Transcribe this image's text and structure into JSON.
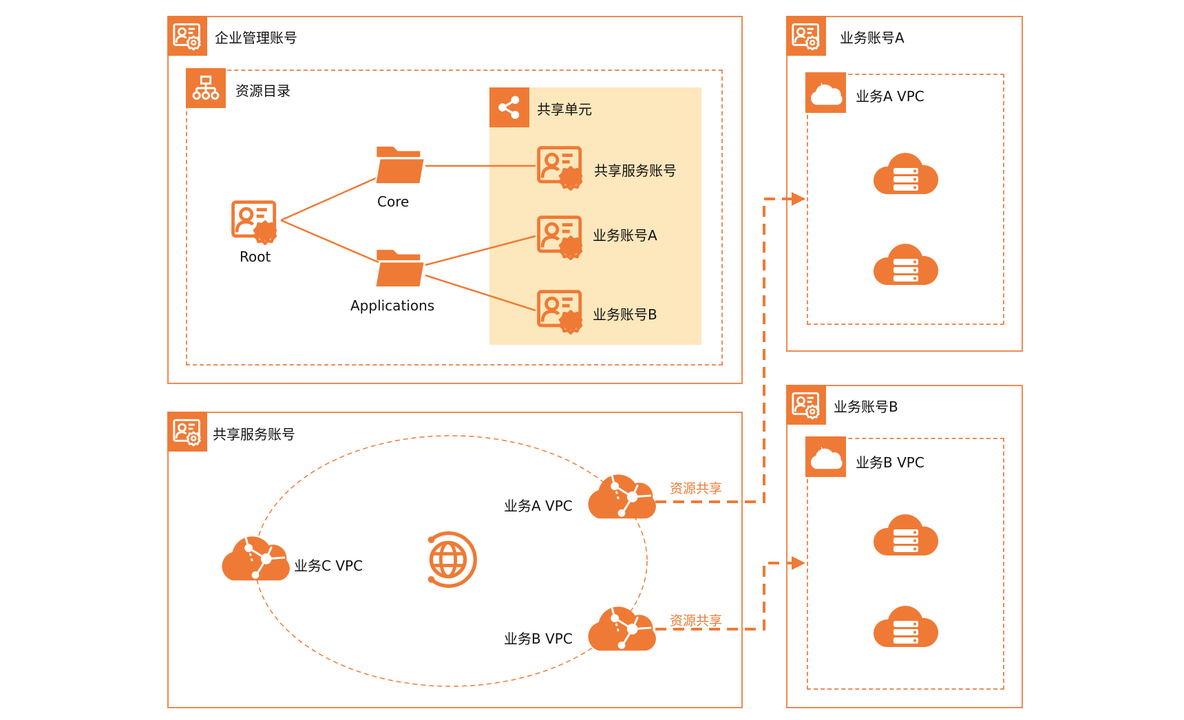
{
  "enterprise": {
    "title": "企业管理账号",
    "resource_directory": {
      "title": "资源目录",
      "root_label": "Root",
      "folders": [
        {
          "label": "Core"
        },
        {
          "label": "Applications"
        }
      ],
      "shared_unit": {
        "title": "共享单元",
        "accounts": [
          {
            "label": "共享服务账号"
          },
          {
            "label": "业务账号A"
          },
          {
            "label": "业务账号B"
          }
        ]
      }
    }
  },
  "shared_services": {
    "title": "共享服务账号",
    "vpcs": [
      {
        "label": "业务A VPC"
      },
      {
        "label": "业务B VPC"
      },
      {
        "label": "业务C VPC"
      }
    ],
    "share_labels": [
      "资源共享",
      "资源共享"
    ]
  },
  "account_a": {
    "title": "业务账号A",
    "vpc_title": "业务A VPC"
  },
  "account_b": {
    "title": "业务账号B",
    "vpc_title": "业务B VPC"
  },
  "colors": {
    "accent": "#ef7a35",
    "border": "#ee8a55",
    "shared_unit_bg": "#fde7bd"
  }
}
